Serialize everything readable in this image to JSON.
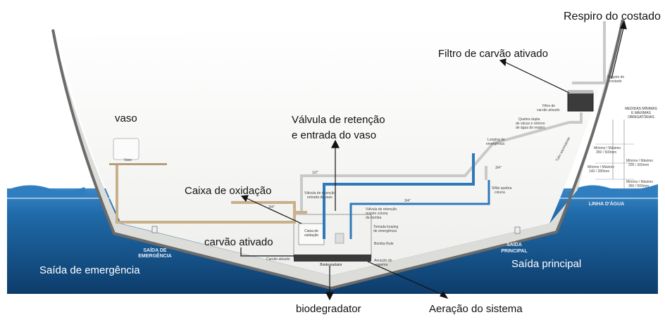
{
  "callouts": {
    "respiro_costado": "Respiro do costado",
    "filtro_carvao": "Filtro de carvão ativado",
    "vaso": "vaso",
    "valvula_line1": "Válvula de retenção",
    "valvula_line2": "e entrada do vaso",
    "caixa_oxidacao": "Caixa de oxidação",
    "carvao_ativado": "carvão ativado",
    "saida_emergencia": "Saída de emergência",
    "saida_principal": "Saída principal",
    "biodegradator": "biodegradator",
    "aeracao": "Aeração do sistema"
  },
  "hull_labels": {
    "saida_de": "SAÍDA DE",
    "emergencia": "EMERGÊNCIA",
    "saida": "SAÍDA",
    "principal": "PRINCIPAL",
    "linha_dagua": "LINHA D'ÁGUA"
  },
  "small_labels": {
    "respiro_line1": "Respiro do",
    "respiro_line2": "costado",
    "filtro_line1": "Filtro de",
    "filtro_line2": "carvão ativado",
    "medidas_1": "MEDIDAS MÍNIMAS",
    "medidas_2": "E MÁXIMAS",
    "medidas_3": "OBRIGATÓRIAS",
    "quebra_1": "Quebra dupla",
    "quebra_2": "de vácuo e retorno",
    "quebra_3": "de água do respiro",
    "looping_1": "Looping de",
    "looping_2": "emergência",
    "tubo_ascendente": "Tubo ascendente",
    "min_max_a1": "Mínimo / Máximo",
    "min_max_a2": "350 / 500mm",
    "min_max_b1": "Mínimo / Máximo",
    "min_max_b2": "200 / 300mm",
    "min_max_c1": "Mínimo / Máximo",
    "min_max_c2": "140 / 280mm",
    "min_max_d1": "Mínimo / Máximo",
    "min_max_d2": "350 / 500mm",
    "vaso_small": "Vaso",
    "half_inch": "1/2\"",
    "three_quarter_a": "3/4\"",
    "three_quarter_b": "3/4\"",
    "three_quarter_c": "3/4\"",
    "valv_ret_1": "Válvula de retenção",
    "valv_ret_2": "entrada do vaso",
    "valv_bomba_1": "Válvula de retenção",
    "valv_bomba_2": "respiro coluna",
    "valv_bomba_3": "da bomba",
    "tomada_1": "Tomada looping",
    "tomada_2": "de emergência",
    "bomba": "Bomba Rule",
    "caixa_1": "Caixa de",
    "caixa_2": "oxidação",
    "sifao_1": "Sifão quebra",
    "sifao_2": "coluna",
    "carvao_small": "Carvão ativado",
    "biodegradator_small": "Biodegradator",
    "aeracao_1": "Aeração do",
    "aeracao_2": "sistema"
  },
  "colors": {
    "sea": "#1e5f9e",
    "sea_dark": "#0f3d6e",
    "hull": "#f4f4f2",
    "pipe_tan": "#c8b08a",
    "pipe_blue": "#2f79b9",
    "pipe_grey": "#c9c9c9"
  }
}
